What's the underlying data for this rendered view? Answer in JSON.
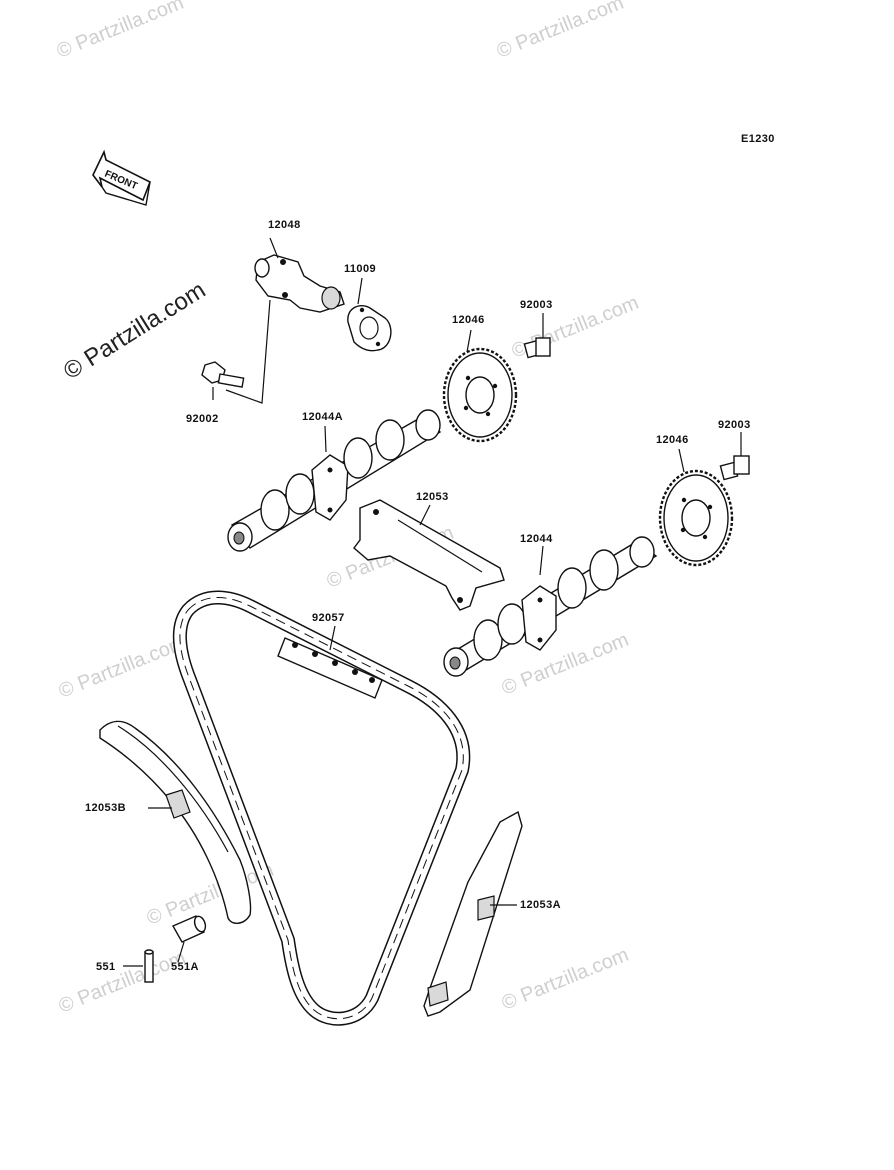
{
  "diagram": {
    "code": "E1230",
    "front_label": "FRONT",
    "watermarks": [
      "© Partzilla.com",
      "© Partzilla.com",
      "© Partzilla.com",
      "© Partzilla.com",
      "© Partzilla.com",
      "© Partzilla.com",
      "© Partzilla.com",
      "© Partzilla.com",
      "© Partzilla.com"
    ],
    "main_watermark": "© Partzilla.com",
    "parts": [
      {
        "number": "12048",
        "name": "tensioner"
      },
      {
        "number": "11009",
        "name": "gasket"
      },
      {
        "number": "92002",
        "name": "bolt"
      },
      {
        "number": "12046",
        "name": "sprocket-upper"
      },
      {
        "number": "92003",
        "name": "bolt-upper"
      },
      {
        "number": "12044A",
        "name": "camshaft-a"
      },
      {
        "number": "12046",
        "name": "sprocket-lower"
      },
      {
        "number": "92003",
        "name": "bolt-lower"
      },
      {
        "number": "12053",
        "name": "guide-top"
      },
      {
        "number": "12044",
        "name": "camshaft"
      },
      {
        "number": "92057",
        "name": "chain"
      },
      {
        "number": "12053B",
        "name": "guide-left"
      },
      {
        "number": "12053A",
        "name": "guide-right"
      },
      {
        "number": "551",
        "name": "pin"
      },
      {
        "number": "551A",
        "name": "pin-a"
      }
    ]
  }
}
